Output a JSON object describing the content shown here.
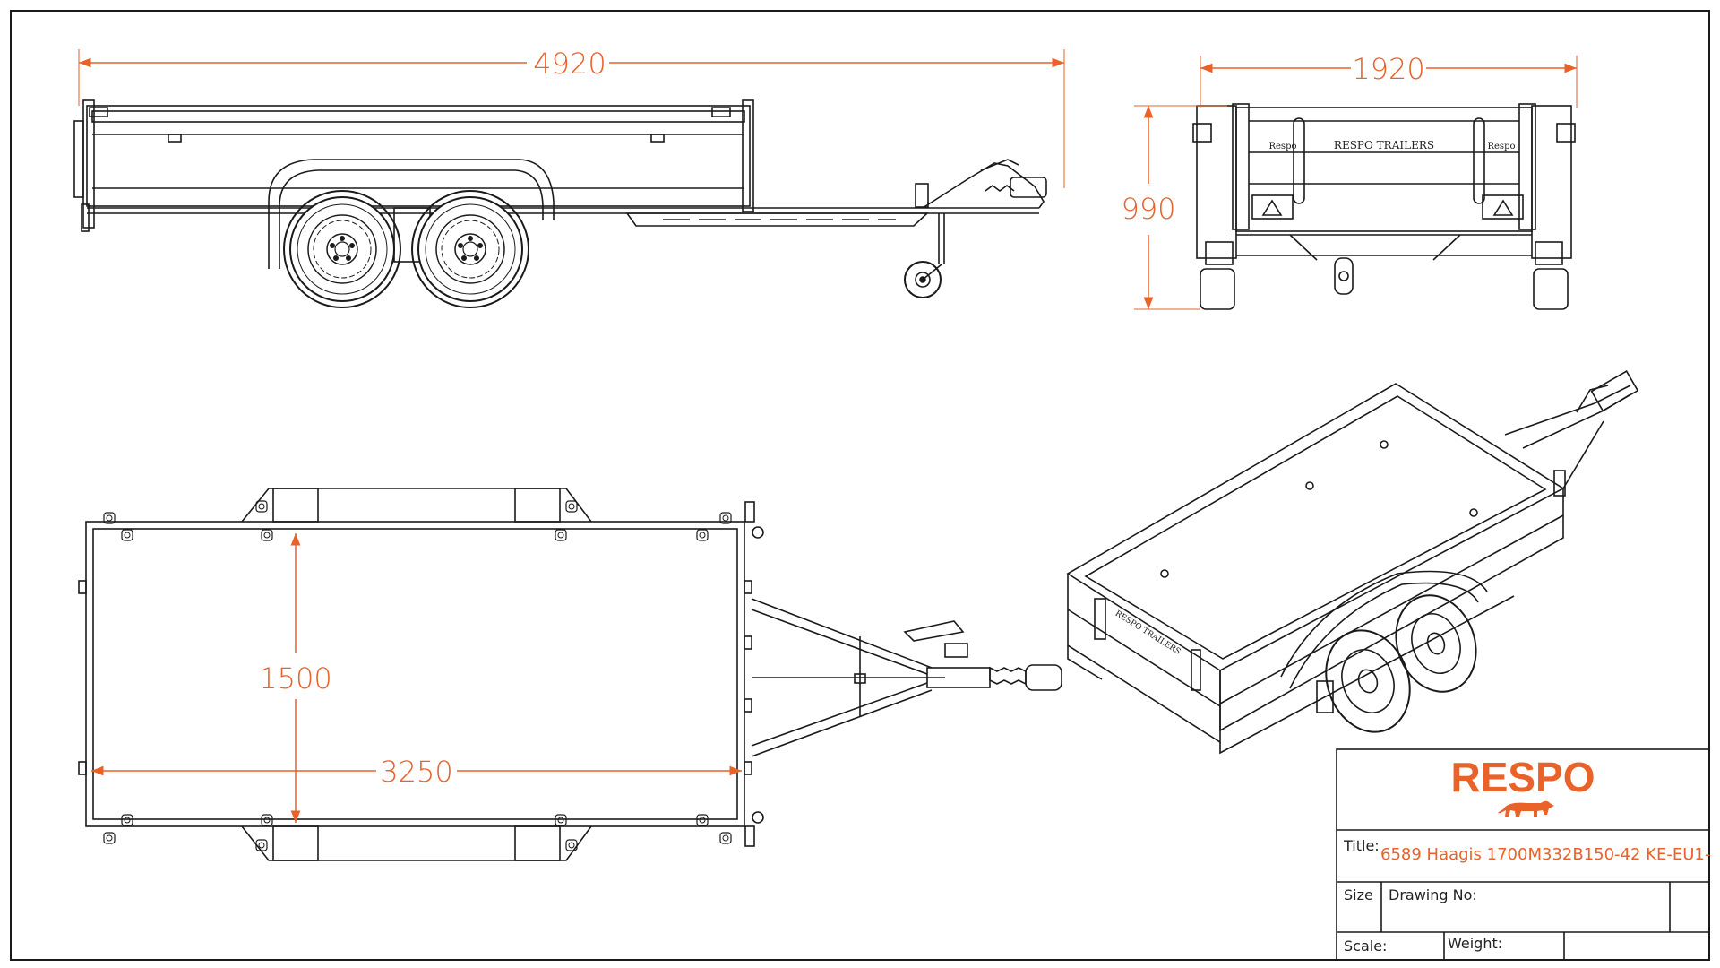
{
  "dimensions": {
    "side_length": "4920",
    "rear_width": "1920",
    "rear_height": "990",
    "top_width": "1500",
    "top_length": "3250"
  },
  "rear_view_labels": {
    "brand_plate": "RESPO TRAILERS",
    "left_badge": "Respo",
    "right_badge": "Respo"
  },
  "iso_view_labels": {
    "side_plate": "RESPO TRAILERS"
  },
  "title_block": {
    "logo": "RESPO",
    "title_label": "Title:",
    "title_value": "6589 Haagis 1700M332B150-42 KE-EU1-",
    "size_label": "Size",
    "drawing_no_label": "Drawing No:",
    "scale_label": "Scale:",
    "weight_label": "Weight:"
  },
  "colors": {
    "dimension": "#e8622a",
    "line": "#1a1a1a",
    "logo": "#e8622a"
  }
}
